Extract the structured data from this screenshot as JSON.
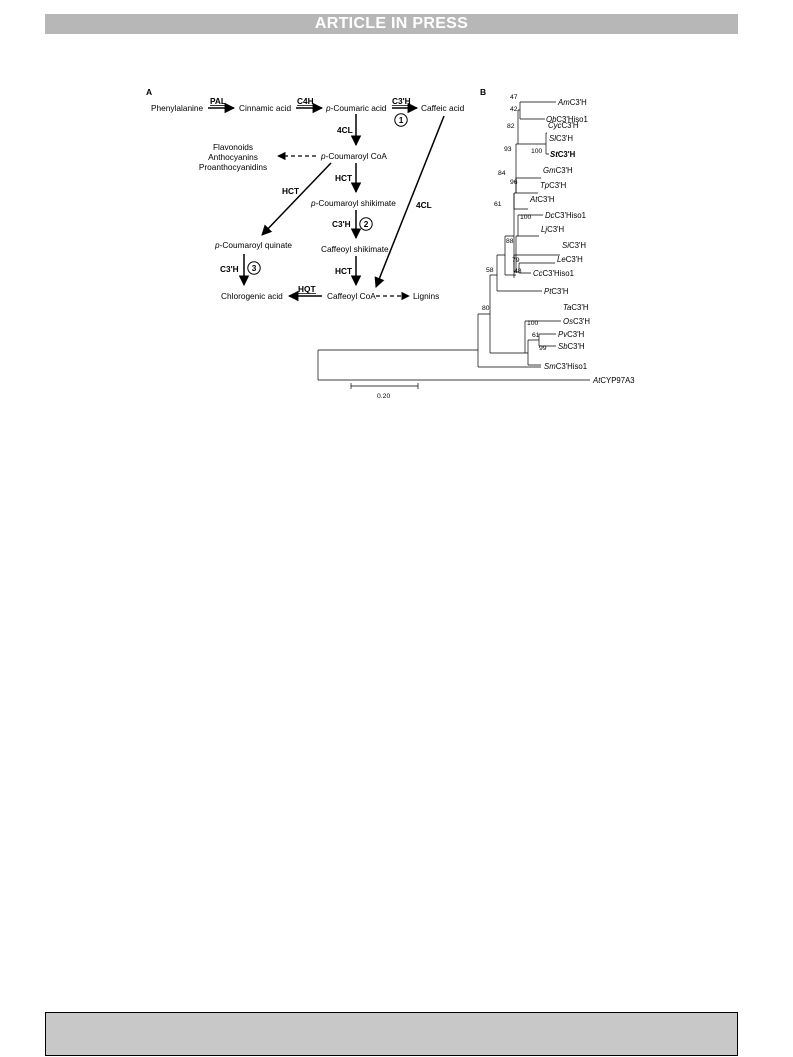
{
  "header": {
    "banner": "ARTICLE IN PRESS"
  },
  "panel_a": {
    "label": "A",
    "compounds": {
      "phenylalanine": "Phenylalanine",
      "cinnamic_acid": "Cinnamic acid",
      "p_coumaric_prefix": "p",
      "p_coumaric_rest": "-Coumaric acid",
      "caffeic_acid": "Caffeic acid",
      "flavonoids": "Flavonoids",
      "anthocyanins": "Anthocyanins",
      "proanthocyanidins": "Proanthocyanidins",
      "p_coumaroyl_coa_prefix": "p",
      "p_coumaroyl_coa_rest": "-Coumaroyl CoA",
      "p_coumaroyl_shikimate_prefix": "p",
      "p_coumaroyl_shikimate_rest": "-Coumaroyl shikimate",
      "caffeoyl_shikimate": "Caffeoyl shikimate",
      "p_coumaroyl_quinate_prefix": "p",
      "p_coumaroyl_quinate_rest": "-Coumaroyl quinate",
      "chlorogenic_acid": "Chlorogenic acid",
      "caffeoyl_coa": "Caffeoyl CoA",
      "lignins": "Lignins"
    },
    "enzymes": {
      "pal": "PAL",
      "c4h": "C4H",
      "c3h_1": "C3'H",
      "fourcl_1": "4CL",
      "hct_1": "HCT",
      "hct_2": "HCT",
      "c3h_2": "C3'H",
      "hct_3": "HCT",
      "fourcl_2": "4CL",
      "c3h_3": "C3'H",
      "hqt": "HQT"
    },
    "steps": {
      "one": "1",
      "two": "2",
      "three": "3"
    }
  },
  "panel_b": {
    "label": "B",
    "bootstrap": [
      "47",
      "42",
      "82",
      "100",
      "93",
      "84",
      "96",
      "61",
      "100",
      "88",
      "79",
      "48",
      "58",
      "80",
      "100",
      "61",
      "99"
    ],
    "taxa": [
      {
        "italic": "Am",
        "rest": "C3'H"
      },
      {
        "italic": "Ob",
        "rest": "C3'Hiso1"
      },
      {
        "italic": "Cyc",
        "rest": "C3'H"
      },
      {
        "italic": "Sl",
        "rest": "C3'H"
      },
      {
        "italic": "St",
        "rest": "C3'H"
      },
      {
        "italic": "Gm",
        "rest": "C3'H"
      },
      {
        "italic": "Tp",
        "rest": "C3'H"
      },
      {
        "italic": "At",
        "rest": "C3'H"
      },
      {
        "italic": "Dc",
        "rest": "C3'Hiso1"
      },
      {
        "italic": "Lj",
        "rest": "C3'H"
      },
      {
        "italic": "Si",
        "rest": "C3'H"
      },
      {
        "italic": "Le",
        "rest": "C3'H"
      },
      {
        "italic": "Cc",
        "rest": "C3'Hiso1"
      },
      {
        "italic": "Pt",
        "rest": "C3'H"
      },
      {
        "italic": "Ta",
        "rest": "C3'H"
      },
      {
        "italic": "Os",
        "rest": "C3'H"
      },
      {
        "italic": "Pv",
        "rest": "C3'H"
      },
      {
        "italic": "Sb",
        "rest": "C3'H"
      },
      {
        "italic": "Sm",
        "rest": "C3'Hiso1"
      },
      {
        "italic": "At",
        "rest": "CYP97A3"
      }
    ],
    "scale_bar": "0.20"
  }
}
